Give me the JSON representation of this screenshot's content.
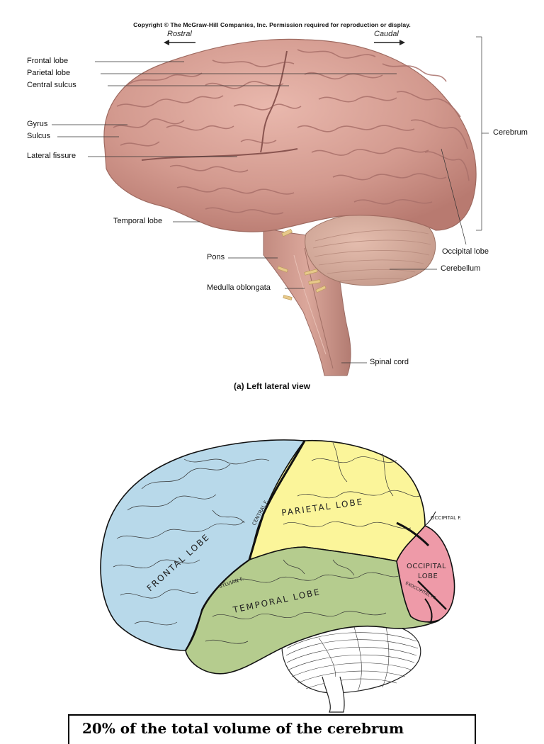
{
  "top_figure": {
    "copyright": "Copyright © The McGraw-Hill Companies, Inc. Permission required for reproduction or display.",
    "rostral": "Rostral",
    "caudal": "Caudal",
    "labels": {
      "frontal_lobe": "Frontal lobe",
      "parietal_lobe": "Parietal lobe",
      "central_sulcus": "Central sulcus",
      "gyrus": "Gyrus",
      "sulcus": "Sulcus",
      "lateral_fissure": "Lateral fissure",
      "temporal_lobe": "Temporal lobe",
      "pons": "Pons",
      "medulla_oblongata": "Medulla oblongata",
      "spinal_cord": "Spinal cord",
      "cerebrum": "Cerebrum",
      "occipital_lobe": "Occipital lobe",
      "cerebellum": "Cerebellum"
    },
    "caption_prefix": "(a)",
    "caption": "Left lateral view"
  },
  "bottom_figure": {
    "frontal": "FRONTAL LOBE",
    "parietal": "PARIETAL LOBE",
    "temporal": "TEMPORAL LOBE",
    "occipital_line1": "OCCIPITAL",
    "occipital_line2": "LOBE",
    "central_f": "CENTRAL F.",
    "sylvian_f": "SYLVIAN F.",
    "occipital_f": "OCCIPITAL F.",
    "exoccipital_ff": "EXOCCIPITAL FF.",
    "colors": {
      "frontal": "#b8d9ea",
      "parietal": "#fbf59a",
      "temporal": "#b5cc8e",
      "occipital": "#ee9aa8"
    }
  },
  "footer_text": "20% of the total volume of the cerebrum"
}
